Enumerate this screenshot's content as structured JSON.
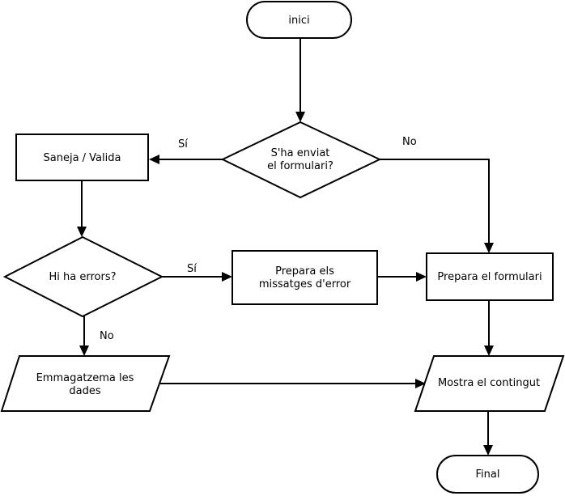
{
  "diagram": {
    "nodes": {
      "start": "inici",
      "decision_sent_line1": "S'ha enviat",
      "decision_sent_line2": "el formulari?",
      "sanitize": "Saneja / Valida",
      "decision_errors": "Hi ha errors?",
      "prepare_errors_line1": "Prepara els",
      "prepare_errors_line2": "missatges d'error",
      "prepare_form": "Prepara el formulari",
      "store_line1": "Emmagatzema les",
      "store_line2": "dades",
      "show_content": "Mostra el contingut",
      "end": "Final"
    },
    "edge_labels": {
      "sent_yes": "Sí",
      "sent_no": "No",
      "errors_yes": "Sí",
      "errors_no": "No"
    }
  }
}
